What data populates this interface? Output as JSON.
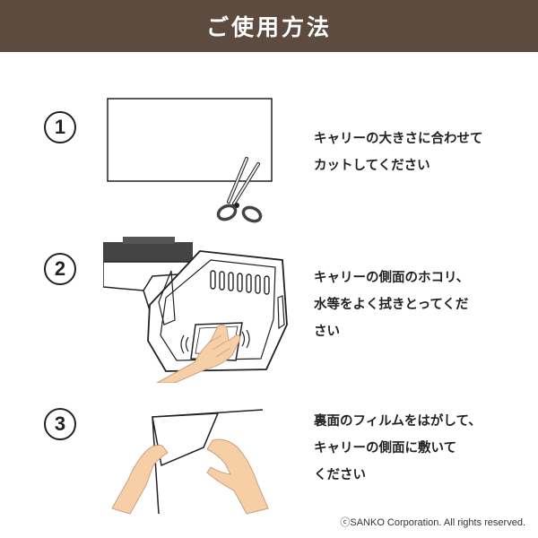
{
  "header": {
    "title": "ご使用方法"
  },
  "steps": [
    {
      "number": "1",
      "lines": [
        "キャリーの大きさに合わせて",
        "カットしてください"
      ]
    },
    {
      "number": "2",
      "lines": [
        "キャリーの側面のホコリ、",
        "水等をよく拭きとってくだ",
        "さい"
      ]
    },
    {
      "number": "3",
      "lines": [
        "裏面のフィルムをはがして、",
        "キャリーの側面に敷いて",
        "ください"
      ]
    }
  ],
  "footer": {
    "copyright": "ⓒSANKO Corporation. All rights reserved."
  },
  "colors": {
    "header_bg": "#5e4b3f",
    "hand": "#f7cfa6",
    "hand_stroke": "#caa07e"
  }
}
